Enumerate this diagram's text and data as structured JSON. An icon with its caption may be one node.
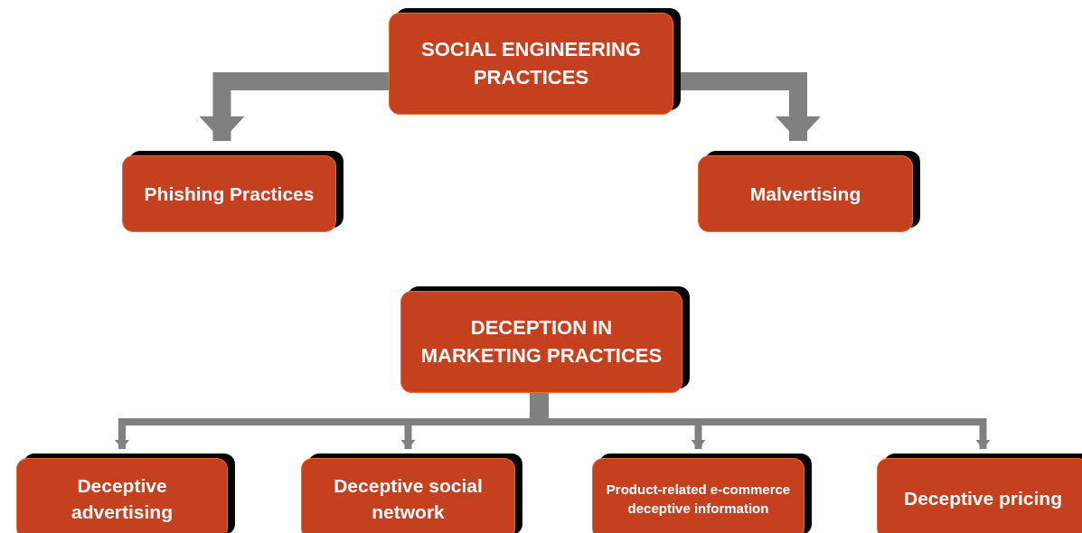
{
  "diagram": {
    "nodes": [
      {
        "text": [
          "SOCIAL ENGINEERING PRACTICES"
        ]
      },
      {
        "text": [
          "Phishing Practices"
        ]
      },
      {
        "text": [
          "Malvertising"
        ]
      },
      {
        "text": [
          "DECEPTION IN MARKETING PRACTICES"
        ]
      },
      {
        "text": [
          "Deceptive advertising"
        ]
      },
      {
        "text": [
          "Deceptive social network"
        ]
      },
      {
        "text": [
          "Product-related e-commerce deceptive information"
        ]
      },
      {
        "text": [
          "Deceptive pricing"
        ]
      }
    ],
    "edges": [
      {
        "from": 0,
        "to": 1,
        "arrow": "to",
        "style": "thick"
      },
      {
        "from": 0,
        "to": 2,
        "arrow": "to",
        "style": "thick"
      },
      {
        "from": 3,
        "to": 4,
        "arrow": "to"
      },
      {
        "from": 3,
        "to": 5,
        "arrow": "to"
      },
      {
        "from": 3,
        "to": 6,
        "arrow": "to"
      },
      {
        "from": 3,
        "to": 7,
        "arrow": "to"
      }
    ]
  }
}
